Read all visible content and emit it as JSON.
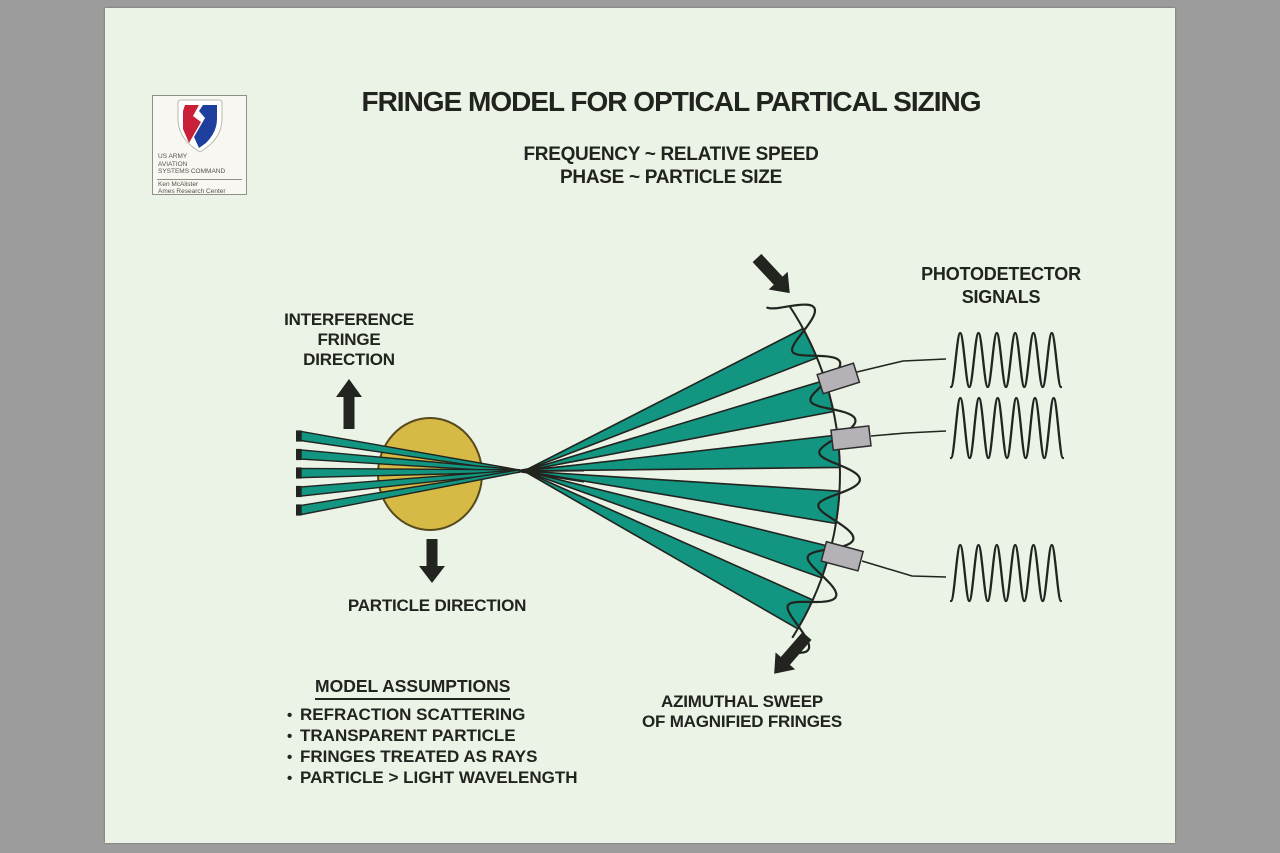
{
  "page": {
    "title": "FRINGE MODEL FOR OPTICAL PARTICAL SIZING",
    "subtitle_line1": "FREQUENCY ~ RELATIVE SPEED",
    "subtitle_line2": "PHASE ~ PARTICLE SIZE"
  },
  "logo": {
    "org_line1": "US ARMY",
    "org_line2": "AVIATION",
    "org_line3": "SYSTEMS COMMAND",
    "author": "Ken McAlister",
    "center": "Ames Research Center"
  },
  "labels": {
    "interference_line1": "INTERFERENCE",
    "interference_line2": "FRINGE",
    "interference_line3": "DIRECTION",
    "particle_direction": "PARTICLE DIRECTION",
    "photodetector_line1": "PHOTODETECTOR",
    "photodetector_line2": "SIGNALS",
    "azimuthal_line1": "AZIMUTHAL SWEEP",
    "azimuthal_line2": "OF MAGNIFIED FRINGES"
  },
  "assumptions": {
    "heading": "MODEL ASSUMPTIONS",
    "bullet": "•",
    "items": [
      "REFRACTION SCATTERING",
      "TRANSPARENT PARTICLE",
      "FRINGES TREATED AS RAYS",
      "PARTICLE > LIGHT WAVELENGTH"
    ]
  },
  "colors": {
    "teal": "#129581",
    "particle": "#d6ba45",
    "particle_outline": "#564a1e",
    "ink": "#22241f",
    "detector": "#b4b2b6",
    "page_bg": "#ebf2e6",
    "matte": "#9c9c9c"
  }
}
